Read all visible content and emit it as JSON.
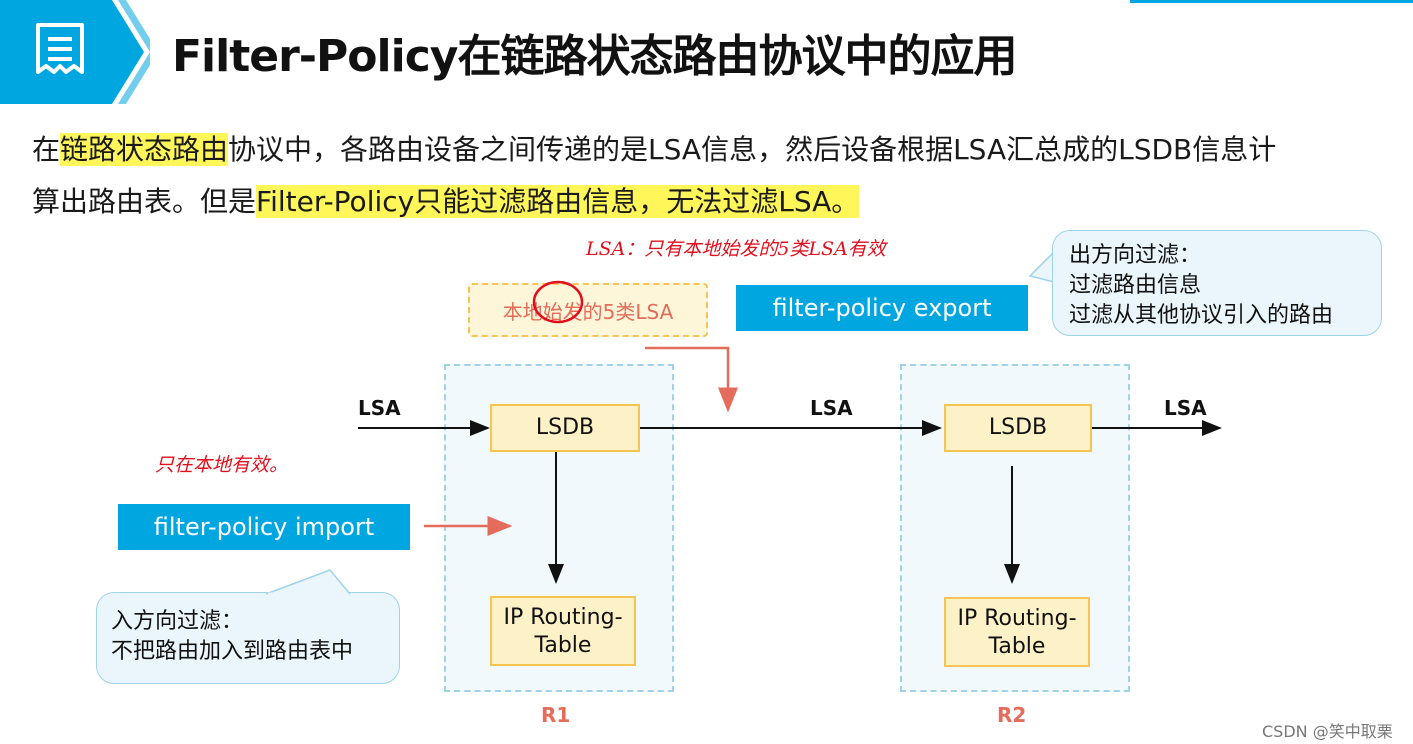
{
  "header": {
    "title": "Filter-Policy在链路状态路由协议中的应用",
    "icon": "document-icon",
    "accent_color": "#00a6e0"
  },
  "paragraph": {
    "line1_prefix": "在",
    "line1_highlight": "链路状态路由",
    "line1_suffix": "协议中，各路由设备之间传递的是LSA信息，然后设备根据LSA汇总成的LSDB信息计",
    "line2_prefix": "算出路由表。但是",
    "line2_highlight": "Filter-Policy只能过滤路由信息，无法过滤LSA。"
  },
  "diagram": {
    "local_lsa_box": "本地始发的5类LSA",
    "export_label": "filter-policy export",
    "import_label": "filter-policy import",
    "export_callout": {
      "title": "出方向过滤：",
      "line1": "过滤路由信息",
      "line2": "过滤从其他协议引入的路由"
    },
    "import_callout": {
      "title": "入方向过滤：",
      "line1": "不把路由加入到路由表中"
    },
    "lsa_labels": [
      "LSA",
      "LSA",
      "LSA"
    ],
    "routers": [
      {
        "name": "R1",
        "lsdb": "LSDB",
        "table_line1": "IP Routing-",
        "table_line2": "Table"
      },
      {
        "name": "R2",
        "lsdb": "LSDB",
        "table_line1": "IP Routing-",
        "table_line2": "Table"
      }
    ],
    "handwritten_top": "LSA：只有本地始发的5类LSA有效",
    "handwritten_left": "只在本地有效。"
  },
  "watermark": "CSDN @笑中取栗",
  "colors": {
    "arrow_red": "#e36c5a",
    "node_fill": "#fdf2c7",
    "node_border": "#f5c453",
    "router_border": "#9fd3ea"
  }
}
